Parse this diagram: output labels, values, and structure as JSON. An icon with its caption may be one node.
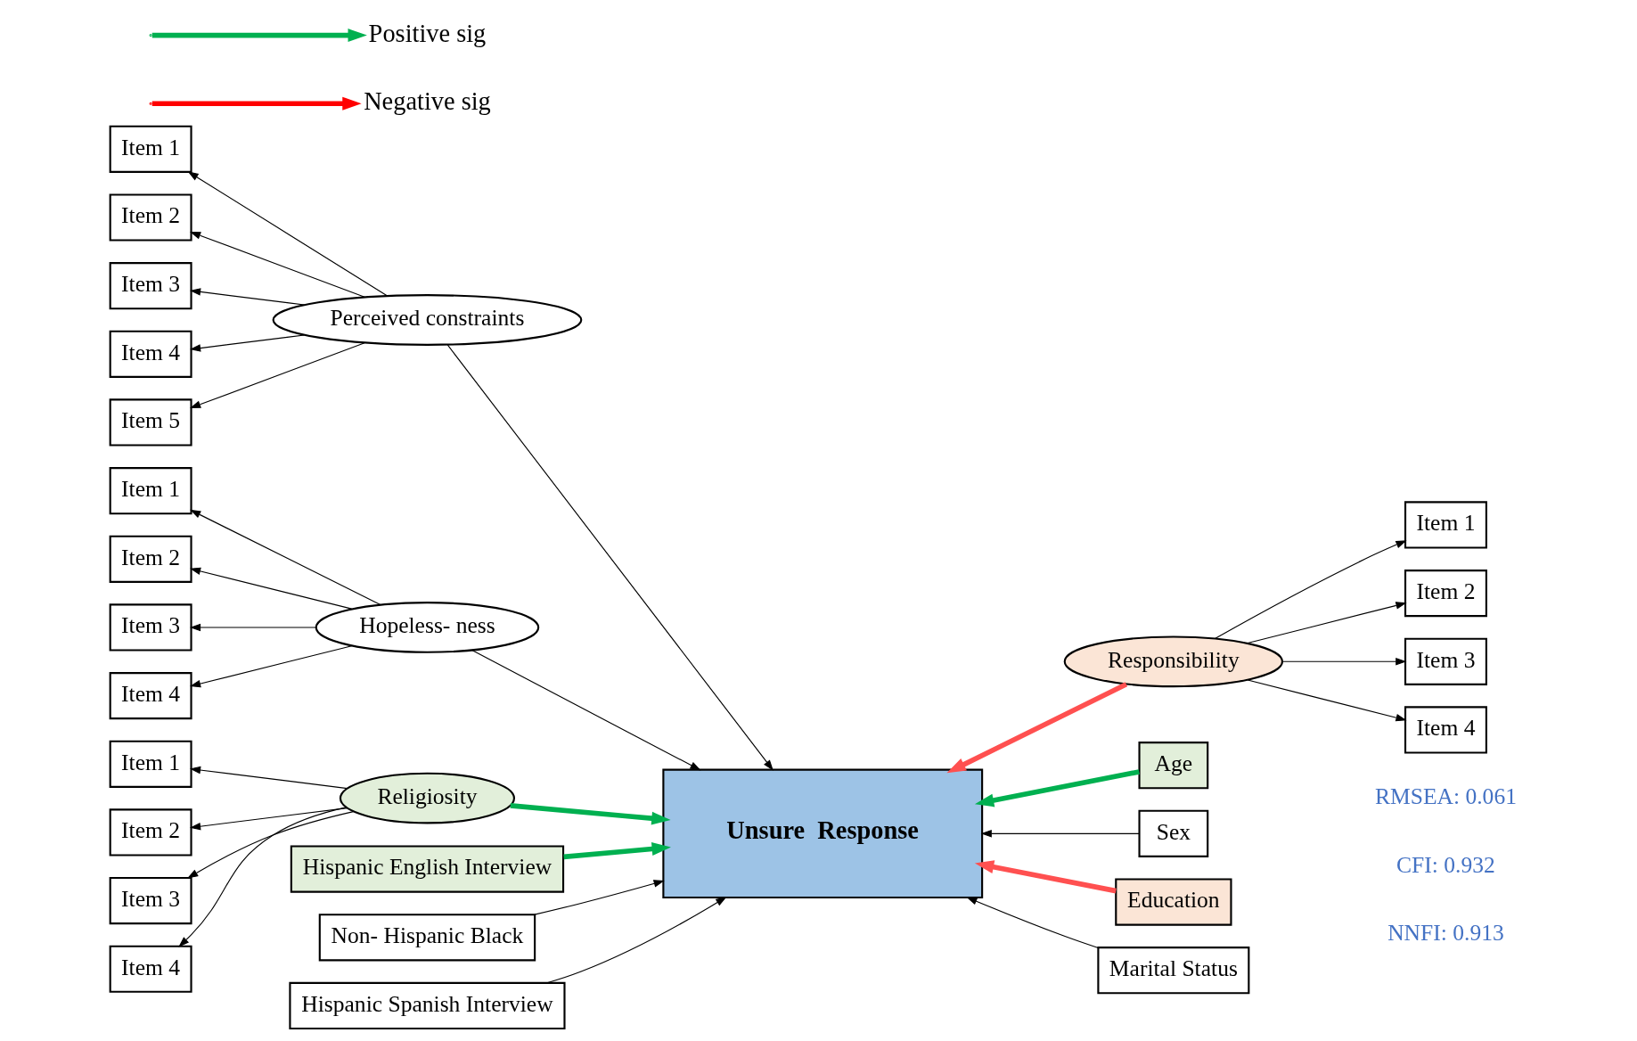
{
  "diagram": {
    "nodes": [
      {
        "text": [
          "Unsure  Response"
        ]
      },
      {
        "text": [
          "Perceived constraints"
        ]
      },
      {
        "text": [
          "Item 1"
        ]
      },
      {
        "text": [
          "Item 2"
        ]
      },
      {
        "text": [
          "Item 3"
        ]
      },
      {
        "text": [
          "Item 4"
        ]
      },
      {
        "text": [
          "Item 5"
        ]
      },
      {
        "text": [
          "Hopeless- ness"
        ]
      },
      {
        "text": [
          "Item 1"
        ]
      },
      {
        "text": [
          "Item 2"
        ]
      },
      {
        "text": [
          "Item 3"
        ]
      },
      {
        "text": [
          "Item 4"
        ]
      },
      {
        "text": [
          "Religiosity"
        ]
      },
      {
        "text": [
          "Item 1"
        ]
      },
      {
        "text": [
          "Item 2"
        ]
      },
      {
        "text": [
          "Item 3"
        ]
      },
      {
        "text": [
          "Item 4"
        ]
      },
      {
        "text": [
          "Responsibility"
        ]
      },
      {
        "text": [
          "Item 1"
        ]
      },
      {
        "text": [
          "Item 2"
        ]
      },
      {
        "text": [
          "Item 3"
        ]
      },
      {
        "text": [
          "Item 4"
        ]
      },
      {
        "text": [
          "Hispanic English Interview"
        ]
      },
      {
        "text": [
          "Non- Hispanic Black"
        ]
      },
      {
        "text": [
          "Hispanic Spanish Interview"
        ]
      },
      {
        "text": [
          "Age"
        ]
      },
      {
        "text": [
          "Sex"
        ]
      },
      {
        "text": [
          "Education"
        ]
      },
      {
        "text": [
          "Marital Status"
        ]
      }
    ],
    "edges": [
      {
        "from": 1,
        "to": 2,
        "arrow": "to"
      },
      {
        "from": 1,
        "to": 3,
        "arrow": "to"
      },
      {
        "from": 1,
        "to": 4,
        "arrow": "to"
      },
      {
        "from": 1,
        "to": 5,
        "arrow": "to"
      },
      {
        "from": 1,
        "to": 6,
        "arrow": "to"
      },
      {
        "from": 7,
        "to": 8,
        "arrow": "to"
      },
      {
        "from": 7,
        "to": 9,
        "arrow": "to"
      },
      {
        "from": 7,
        "to": 10,
        "arrow": "to"
      },
      {
        "from": 7,
        "to": 11,
        "arrow": "to"
      },
      {
        "from": 12,
        "to": 13,
        "arrow": "to"
      },
      {
        "from": 12,
        "to": 14,
        "arrow": "to"
      },
      {
        "from": 12,
        "to": 15,
        "arrow": "to"
      },
      {
        "from": 12,
        "to": 16,
        "arrow": "to"
      },
      {
        "from": 17,
        "to": 18,
        "arrow": "to"
      },
      {
        "from": 17,
        "to": 19,
        "arrow": "to"
      },
      {
        "from": 17,
        "to": 20,
        "arrow": "to"
      },
      {
        "from": 17,
        "to": 21,
        "arrow": "to"
      },
      {
        "from": 1,
        "to": 0,
        "arrow": "to"
      },
      {
        "from": 7,
        "to": 0,
        "arrow": "to"
      },
      {
        "from": 12,
        "to": 0,
        "arrow": "to",
        "style": "thick",
        "color": "#00b050"
      },
      {
        "from": 17,
        "to": 0,
        "arrow": "to",
        "style": "thick",
        "color": "#ff5050"
      },
      {
        "from": 22,
        "to": 0,
        "arrow": "to",
        "style": "thick",
        "color": "#00b050"
      },
      {
        "from": 23,
        "to": 0,
        "arrow": "to"
      },
      {
        "from": 24,
        "to": 0,
        "arrow": "to"
      },
      {
        "from": 25,
        "to": 0,
        "arrow": "to",
        "style": "thick",
        "color": "#00b050"
      },
      {
        "from": 26,
        "to": 0,
        "arrow": "to"
      },
      {
        "from": 27,
        "to": 0,
        "arrow": "to",
        "style": "thick",
        "color": "#ff5050"
      },
      {
        "from": 28,
        "to": 0,
        "arrow": "to"
      }
    ],
    "labels": [
      "RMSEA: 0.061",
      "CFI: 0.932",
      "NNFI: 0.913"
    ],
    "legend": [
      {
        "text": "Positive sig"
      },
      {
        "text": "Negative sig"
      }
    ]
  }
}
